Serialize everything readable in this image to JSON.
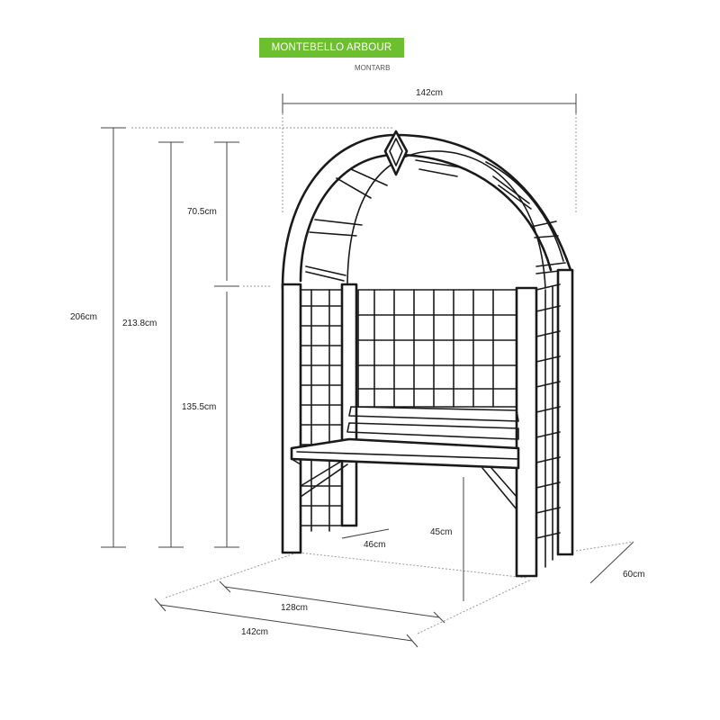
{
  "header": {
    "title": "MONTEBELLO ARBOUR",
    "code": "MONTARB",
    "accent_color": "#6cbf2f"
  },
  "dimensions": {
    "top_width": "142cm",
    "arch_height": "70.5cm",
    "side_height": "135.5cm",
    "inner_height": "213.8cm",
    "total_height": "206cm",
    "seat_depth": "46cm",
    "seat_height": "45cm",
    "seat_width": "128cm",
    "base_width": "142cm",
    "base_depth": "60cm"
  }
}
